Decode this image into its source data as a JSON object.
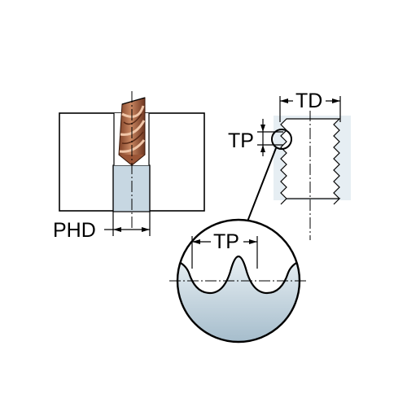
{
  "labels": {
    "phd": "PHD",
    "td": "TD",
    "tp_small": "TP",
    "tp_detail": "TP"
  },
  "colors": {
    "material": "#b7cdda",
    "material_light": "#e6eef3",
    "drill_dark": "#8a4a2e",
    "drill_mid": "#c07850",
    "drill_light": "#e8b594",
    "line": "#000000",
    "background": "#ffffff"
  },
  "icons": {
    "drill": "twist-drill-icon",
    "detail_magnifier": "magnifier-circle"
  }
}
